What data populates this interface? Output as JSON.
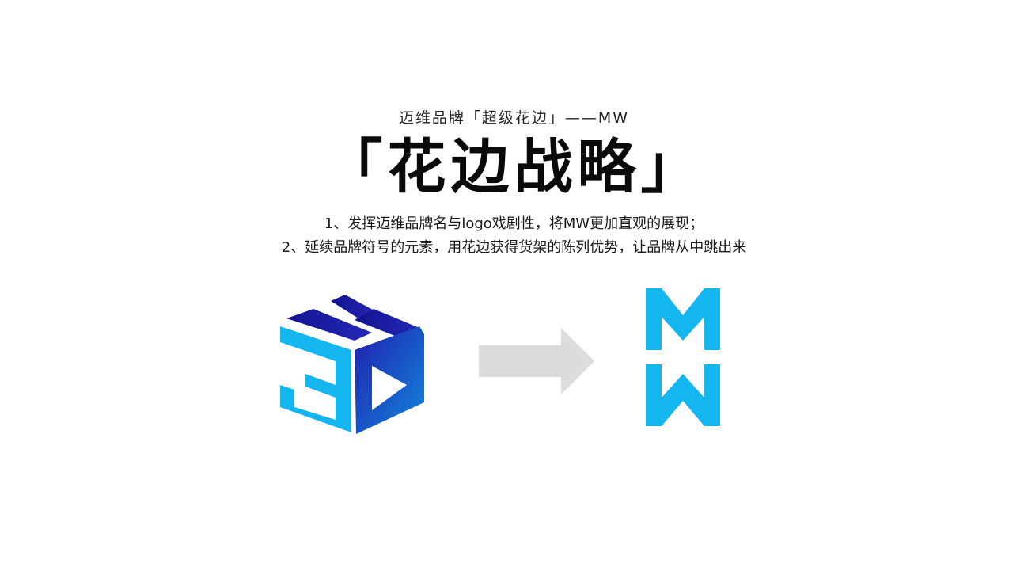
{
  "slide": {
    "subtitle": "迈维品牌「超级花边」——MW",
    "headline": "「花边战略」",
    "points": [
      "1、发挥迈维品牌名与logo戏剧性，将MW更加直观的展现；",
      "2、延续品牌符号的元素，用花边获得货架的陈列优势，让品牌从中跳出来"
    ]
  },
  "visuals": {
    "left_logo": "3dm-cube-logo",
    "middle_icon": "right-arrow-icon",
    "right_logo": "mw-mark-logo",
    "colors": {
      "light_blue": "#14b6ef",
      "deep_blue": "#1e1fae",
      "arrow_gray": "#dcdcdc"
    }
  }
}
